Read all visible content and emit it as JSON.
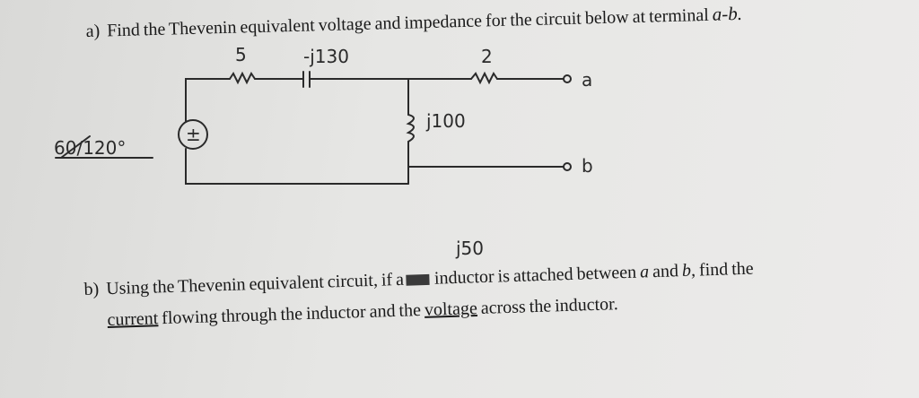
{
  "question_a": {
    "label": "a)",
    "text": "Find the Thevenin equivalent voltage and impedance for the circuit below at terminal",
    "terminal": "a-b."
  },
  "circuit": {
    "source_value": "60/120°",
    "source_symbol": "±",
    "r1_value": "5",
    "c_value": "-j130",
    "l_value": "j100",
    "r2_value": "2",
    "terminal_a": "a",
    "terminal_b": "b"
  },
  "question_b": {
    "label": "b)",
    "handwritten_note": "j50",
    "text1": "Using the Thevenin equivalent circuit, if a",
    "text2": "inductor is attached between",
    "a": "a",
    "and": "and",
    "b": "b,",
    "text3": "find the",
    "current": "current",
    "text4": "flowing through the inductor and the",
    "voltage": "voltage",
    "text5": "across the inductor."
  }
}
